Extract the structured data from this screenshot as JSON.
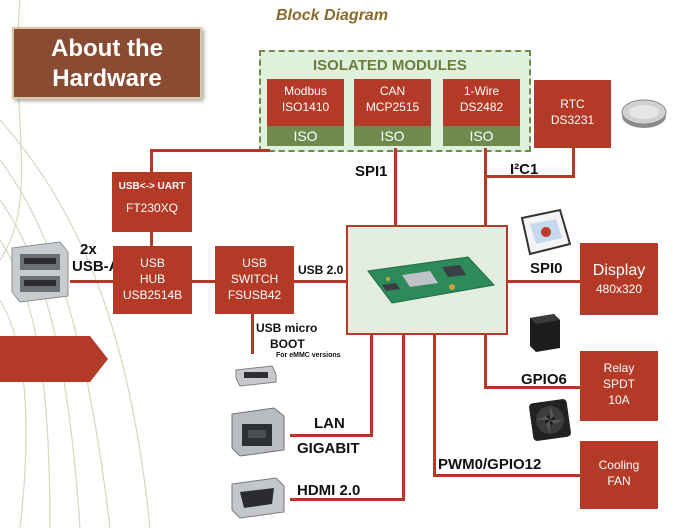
{
  "diagram_title": "Block Diagram",
  "banner": {
    "line1": "About the",
    "line2": "Hardware"
  },
  "isolated_group_title": "ISOLATED MODULES",
  "modules": {
    "modbus": {
      "line1": "Modbus",
      "line2": "ISO1410",
      "iso": "ISO"
    },
    "can": {
      "line1": "CAN",
      "line2": "MCP2515",
      "iso": "ISO"
    },
    "onewire": {
      "line1": "1-Wire",
      "line2": "DS2482",
      "iso": "ISO"
    },
    "rtc": {
      "line1": "RTC",
      "line2": "DS3231"
    },
    "uart": {
      "line1": "USB<-> UART",
      "line2": "FT230XQ"
    },
    "hub": {
      "line1": "USB",
      "line2": "HUB",
      "line3": "USB2514B"
    },
    "switch": {
      "line1": "USB",
      "line2": "SWITCH",
      "line3": "FSUSB42"
    },
    "display": {
      "line1": "Display",
      "line2": "480x320"
    },
    "relay": {
      "line1": "Relay",
      "line2": "SPDT",
      "line3": "10A"
    },
    "fan": {
      "line1": "Cooling",
      "line2": "FAN"
    }
  },
  "labels": {
    "spi1": "SPI1",
    "i2c1": "I²C1",
    "usb_a_count": "2x",
    "usb_a": "USB-A",
    "usb20": "USB 2.0",
    "usb_micro": "USB micro",
    "boot": "BOOT",
    "emmc_note": "For eMMC versions",
    "spi0": "SPI0",
    "gpio6": "GPIO6",
    "lan": "LAN",
    "gigabit": "GIGABIT",
    "pwm": "PWM0/GPIO12",
    "hdmi": "HDMI 2.0"
  },
  "colors": {
    "block": "#b23a26",
    "iso_band": "#6f8a4e",
    "banner_bg": "#8a4b33",
    "group_border": "#6f8a4e",
    "module_bg": "#dff0dc",
    "title": "#8a6a2a",
    "wire": "#b23a26"
  }
}
